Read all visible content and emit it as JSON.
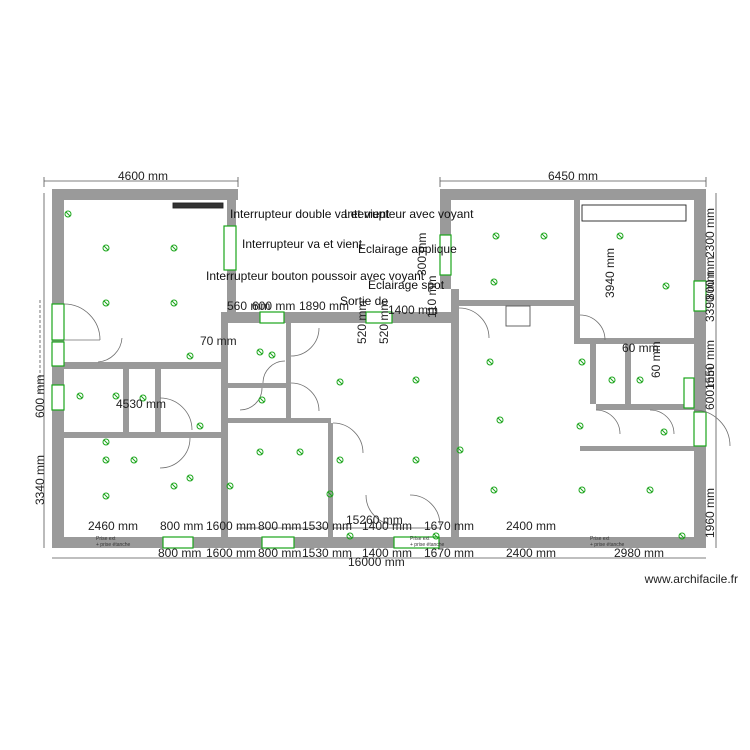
{
  "watermark": "www.archifacile.fr",
  "colors": {
    "wall": "#9a9a9a",
    "symbol": "#1aa51a",
    "door": "#6f6f6f",
    "dimension": "#555555"
  },
  "dimensions": {
    "top_left_width": "4600 mm",
    "top_right_width": "6450 mm",
    "bottom_total": "16000 mm",
    "inner_total": "15260 mm",
    "left_height_low": "3340 mm",
    "left_height_mid": "600 mm",
    "right_2300": "2300 mm",
    "right_1960": "1960 mm",
    "right_3390": "3390 mm",
    "right_1550": "1550 mm",
    "right_600": "600 mm",
    "right_800": "800 mm",
    "room_3940": "3940 mm",
    "room_4530": "4530 mm",
    "room_70": "70 mm",
    "room_60a": "60 mm",
    "room_60b": "60 mm",
    "mid_560": "560 mm",
    "mid_600": "600 mm",
    "mid_1890": "1890 mm",
    "mid_1400": "1400 mm",
    "mid_520a": "520 mm",
    "mid_520b": "520 mm",
    "mid_300": "300 mm",
    "mid_110": "110 mm",
    "bottom_inner": [
      "2460 mm",
      "800 mm",
      "1600 mm",
      "800 mm",
      "1530 mm",
      "1400 mm",
      "1670 mm",
      "2400 mm"
    ],
    "bottom_outer": [
      "800 mm",
      "1600 mm",
      "800 mm",
      "1530 mm",
      "1400 mm",
      "1670 mm",
      "2400 mm",
      "2980 mm"
    ]
  },
  "legend_labels": {
    "double_switch": "Interrupteur double va et vient",
    "switch_light": "Interrupteur avec voyant",
    "switch_two_way": "Interrupteur va et vient",
    "wall_light": "Eclairage applique",
    "push_switch": "Interrupteur bouton poussoir avec voyant",
    "spot_light": "Eclairage spot",
    "outlet": "Sortie de"
  },
  "outlet_notes": [
    "Prise ext",
    "+ prise étanche",
    "Prise ext",
    "+ prise étanche",
    "Prise ext",
    "+ prise étanche"
  ]
}
